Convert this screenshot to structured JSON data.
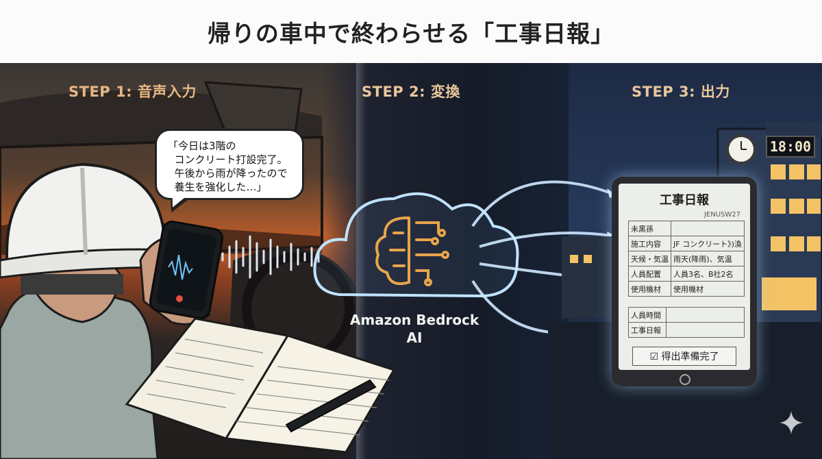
{
  "title": "帰りの車中で終わらせる「工事日報」",
  "steps": [
    {
      "label": "STEP 1: 音声入力"
    },
    {
      "label": "STEP 2: 変換"
    },
    {
      "label": "STEP 3: 出力"
    }
  ],
  "speech": {
    "line1": "「今日は3階の",
    "line2": "  コンクリート打設完了。",
    "line3": "  午後から雨が降ったので",
    "line4": "  養生を強化した…」"
  },
  "transform": {
    "line1": "Amazon Bedrock",
    "line2": "AI"
  },
  "report": {
    "title": "工事日報",
    "subtitle": "JENUSW27",
    "rows_top": [
      {
        "key": "未黒孫",
        "value": ""
      },
      {
        "key": "施工内容",
        "value": "JF コンクリート》)渙"
      },
      {
        "key": "天候・気温",
        "value": "雨天(降雨)、気温"
      },
      {
        "key": "人員配置",
        "value": "人員3名、B社2名"
      },
      {
        "key": "使用機材",
        "value": "使用機材"
      }
    ],
    "rows_bottom": [
      {
        "key": "人員時間",
        "value": ""
      },
      {
        "key": "工事日報",
        "value": ""
      }
    ],
    "status": "☑ 得出準備完了"
  },
  "clock": {
    "digital": "18:00"
  },
  "colors": {
    "step_label": "#e7b784",
    "glow": "#9fd3ff",
    "ai_icon": "#e8a54b"
  }
}
